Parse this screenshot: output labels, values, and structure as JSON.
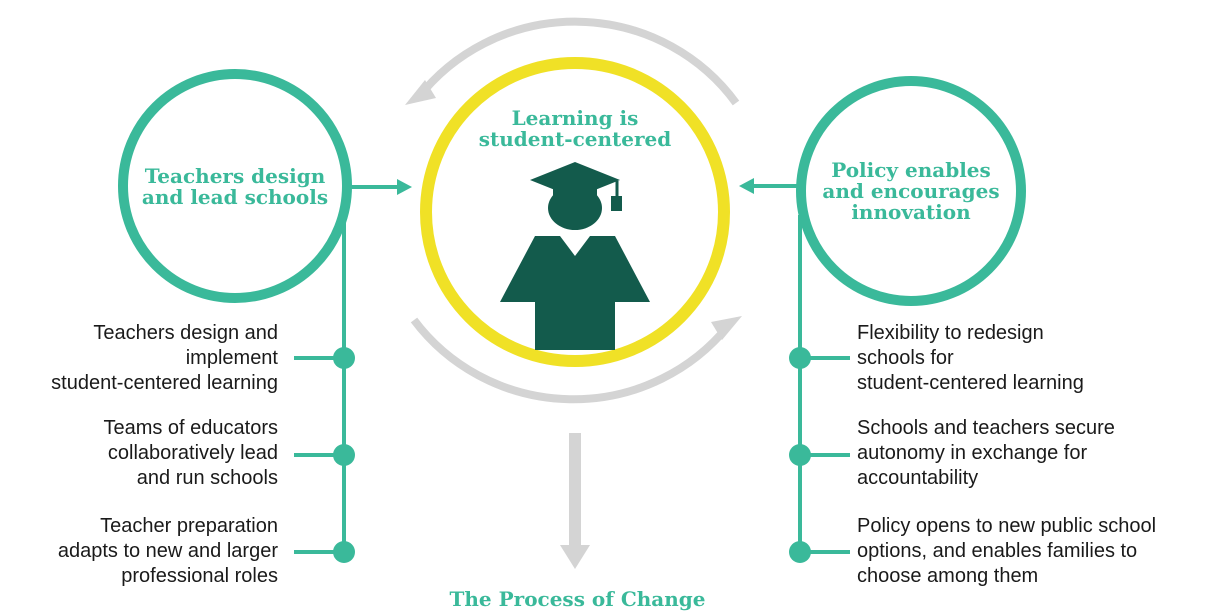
{
  "colors": {
    "teal": "#3ab99a",
    "yellow": "#f0e126",
    "gray_arrow": "#d4d4d4",
    "dark_green": "#135b4c",
    "text": "#1a1a1a"
  },
  "center": {
    "title_line1": "Learning is",
    "title_line2": "student-centered",
    "icon": "graduate-icon"
  },
  "left": {
    "title_line1": "Teachers design",
    "title_line2": "and lead schools",
    "items": [
      "Teachers design and\nimplement\nstudent-centered learning",
      "Teams of educators\ncollaboratively lead\nand run schools",
      "Teacher preparation\nadapts to new and larger\nprofessional roles"
    ]
  },
  "right": {
    "title_line1": "Policy enables",
    "title_line2": "and encourages",
    "title_line3": "innovation",
    "items": [
      "Flexibility to redesign\nschools for\nstudent-centered learning",
      "Schools and teachers secure\nautonomy in exchange for\naccountability",
      "Policy opens to new public school\noptions, and enables families to\nchoose among them"
    ]
  },
  "footer": "The Process of Change"
}
